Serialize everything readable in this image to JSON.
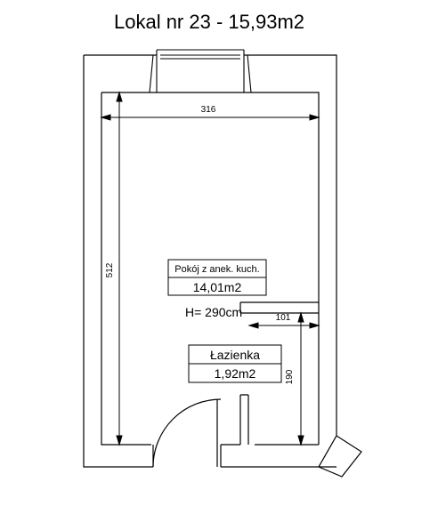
{
  "title": "Lokal nr 23 - 15,93m2",
  "rooms": [
    {
      "name": "Pokój z anek. kuch.",
      "area": "14,01m2"
    },
    {
      "name": "Łazienka",
      "area": "1,92m2"
    }
  ],
  "height_label": "H= 290cm",
  "dimensions": {
    "width": "316",
    "height": "512",
    "bath_width": "101",
    "bath_height": "190"
  }
}
